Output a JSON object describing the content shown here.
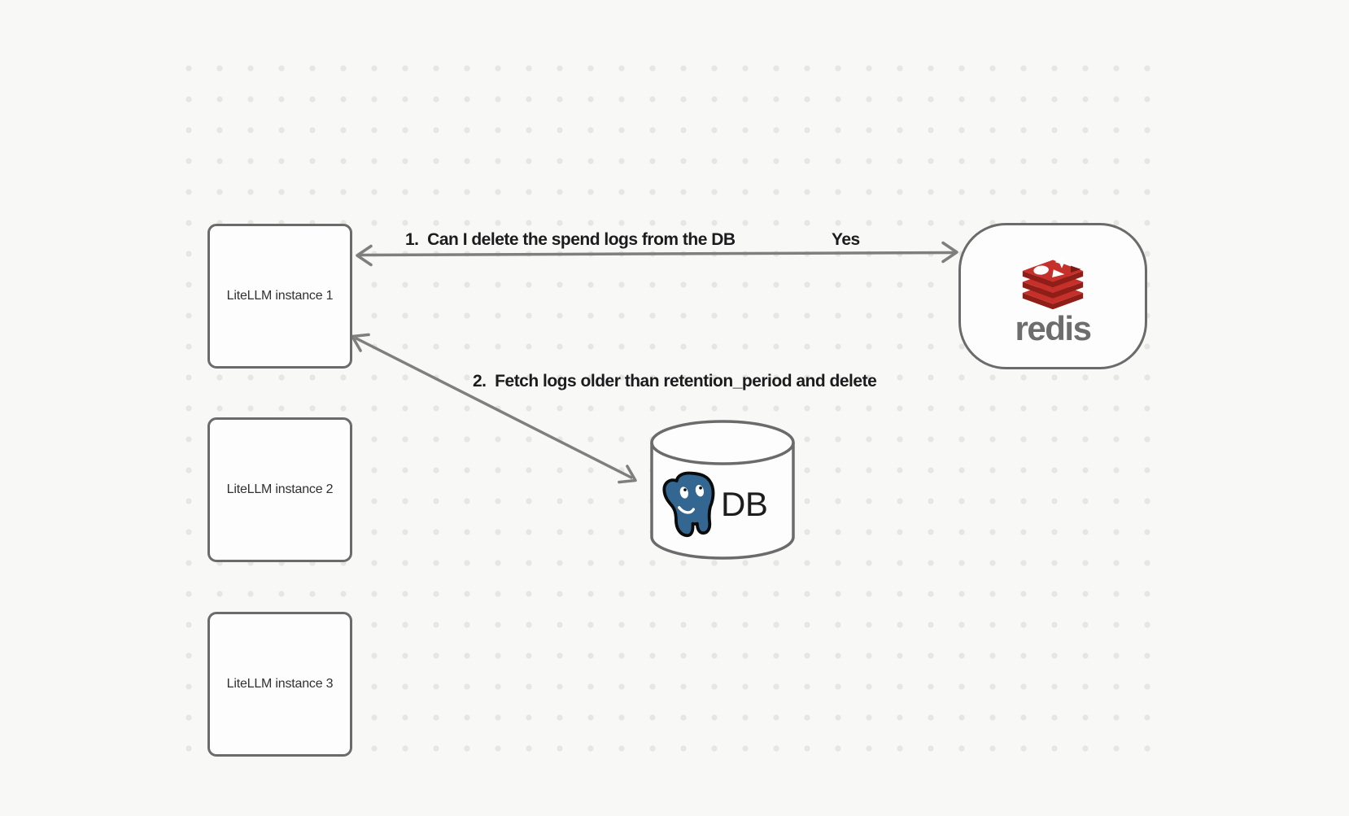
{
  "canvas": {
    "kind": "diagram-canvas-with-dot-grid"
  },
  "colors": {
    "background": "#f8f8f6",
    "grid_dot": "#e6e6e3",
    "shape_stroke": "#6b6b6b",
    "shape_fill": "#fdfdfd",
    "arrow": "#7f7f7f",
    "label_text": "#1c1c1e",
    "node_label_text": "#303030",
    "redis_red": "#c6302b",
    "redis_dark_red": "#8f1e18",
    "redis_notch_red": "#7c1a13",
    "redis_wordmark": "#6d6d6d",
    "postgres_blue": "#336791",
    "postgres_outline": "#0b0b0b",
    "db_label_text": "#1d1d1d"
  },
  "nodes": {
    "litellm_instances": [
      {
        "label": "LiteLLM instance 1"
      },
      {
        "label": "LiteLLM instance 2"
      },
      {
        "label": "LiteLLM instance 3"
      }
    ],
    "redis": {
      "wordmark": "redis",
      "logo": "redis-stack-icon"
    },
    "database": {
      "label": "DB",
      "logo": "postgresql-elephant-icon"
    }
  },
  "connections": [
    {
      "label": "1.  Can I delete the spend logs from the DB",
      "response_label": "Yes",
      "from": "LiteLLM instance 1",
      "to": "redis",
      "style": "double-headed-arrow"
    },
    {
      "label": "2.  Fetch logs older than retention_period and delete",
      "from": "LiteLLM instance 1",
      "to": "DB",
      "style": "double-headed-arrow"
    }
  ]
}
